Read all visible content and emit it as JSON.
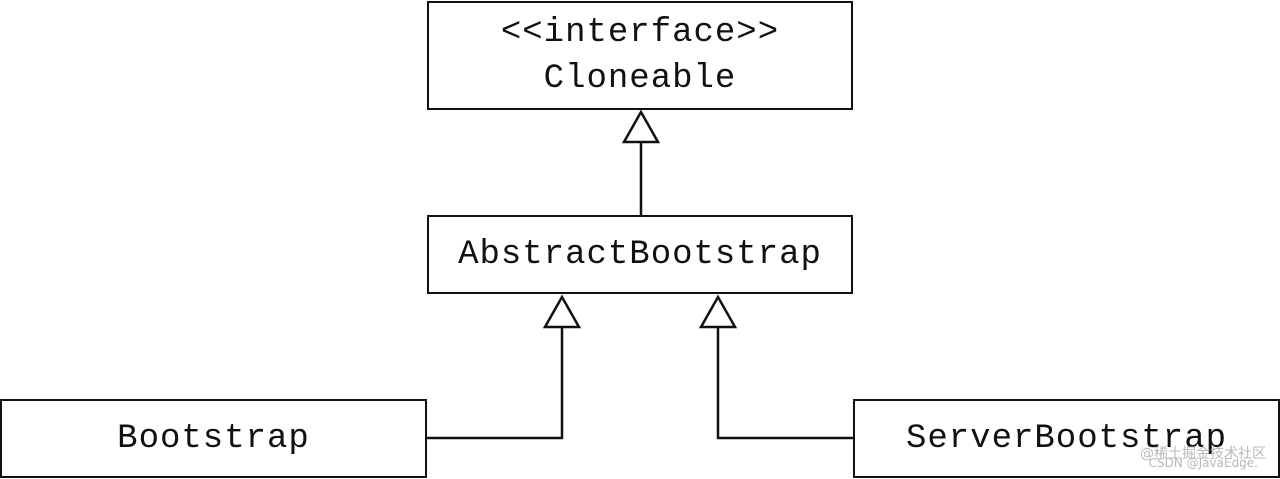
{
  "diagram": {
    "nodes": [
      {
        "id": "cloneable",
        "stereotype": "<<interface>>",
        "name": "Cloneable"
      },
      {
        "id": "abstract_bootstrap",
        "name": "AbstractBootstrap"
      },
      {
        "id": "bootstrap",
        "name": "Bootstrap"
      },
      {
        "id": "server_bootstrap",
        "name": "ServerBootstrap"
      }
    ],
    "edges": [
      {
        "from": "abstract_bootstrap",
        "to": "cloneable",
        "type": "generalization"
      },
      {
        "from": "bootstrap",
        "to": "abstract_bootstrap",
        "type": "generalization"
      },
      {
        "from": "server_bootstrap",
        "to": "abstract_bootstrap",
        "type": "generalization"
      }
    ],
    "colors": {
      "stroke": "#111111",
      "fill": "#ffffff",
      "watermark": "#b8b8b8"
    }
  },
  "watermark": {
    "line1": "@稀土掘金技术社区",
    "line2": "CSDN @JavaEdge."
  }
}
